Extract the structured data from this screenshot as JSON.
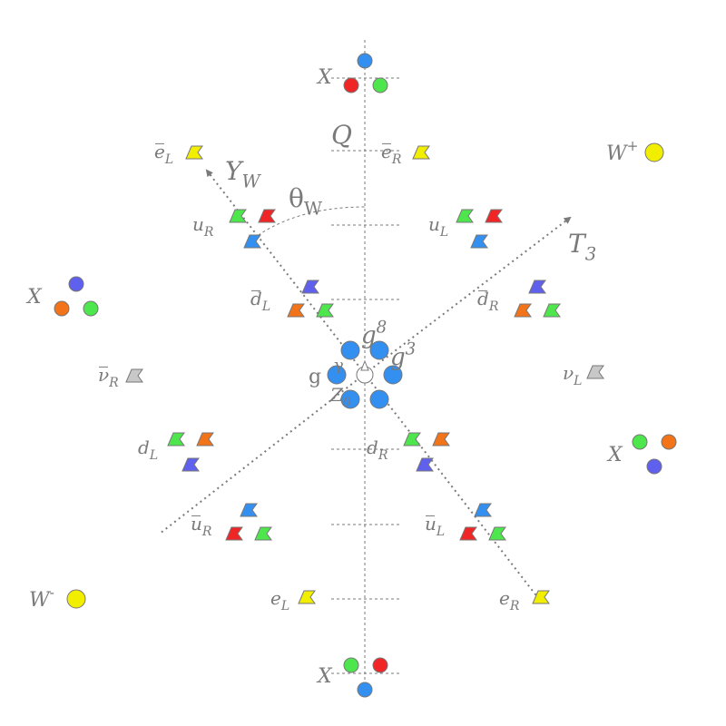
{
  "colors": {
    "blue": "#3390f0",
    "red": "#f02626",
    "green": "#4de64d",
    "orange": "#f27318",
    "violet": "#6060ee",
    "yellow": "#f2ee00",
    "gray": "#c8c8c8",
    "white": "#ffffff",
    "text": "#7a7a7a",
    "line": "#7a7a7a"
  },
  "axes": {
    "q": {
      "label": "Q"
    },
    "yw": {
      "label": "Y",
      "sub": "W"
    },
    "t3": {
      "label": "T",
      "sub": "3"
    },
    "theta": {
      "label": "θ",
      "sub": "W"
    }
  },
  "particles": {
    "x_top": {
      "label": "X",
      "colors": [
        "blue",
        "red",
        "green"
      ]
    },
    "x_bottom": {
      "label": "X",
      "colors": [
        "green",
        "red",
        "blue"
      ]
    },
    "x_left": {
      "label": "X",
      "colors": [
        "violet",
        "orange",
        "green"
      ]
    },
    "x_right": {
      "label": "X",
      "colors": [
        "green",
        "orange",
        "violet"
      ]
    },
    "w_plus": {
      "label": "W",
      "sup": "+",
      "color": "yellow"
    },
    "w_minus": {
      "label": "W",
      "sup": "-",
      "color": "yellow"
    },
    "ebar_l": {
      "label": "e",
      "sub": "L",
      "bar": true,
      "color": "yellow"
    },
    "ebar_r": {
      "label": "e",
      "sub": "R",
      "bar": true,
      "color": "yellow"
    },
    "e_l": {
      "label": "e",
      "sub": "L",
      "color": "yellow"
    },
    "e_r": {
      "label": "e",
      "sub": "R",
      "color": "yellow"
    },
    "u_r": {
      "label": "u",
      "sub": "R",
      "colors": [
        "green",
        "red",
        "blue"
      ]
    },
    "u_l": {
      "label": "u",
      "sub": "L",
      "colors": [
        "green",
        "red",
        "blue"
      ]
    },
    "dbar_l": {
      "label": "d",
      "sub": "L",
      "bar": true,
      "colors": [
        "violet",
        "orange",
        "green"
      ]
    },
    "dbar_r": {
      "label": "d",
      "sub": "R",
      "bar": true,
      "colors": [
        "violet",
        "orange",
        "green"
      ]
    },
    "nubar_r": {
      "label": "ν",
      "sub": "R",
      "bar": true,
      "color": "gray"
    },
    "nu_l": {
      "label": "ν",
      "sub": "L",
      "color": "gray"
    },
    "d_l": {
      "label": "d",
      "sub": "L",
      "colors": [
        "green",
        "orange",
        "violet"
      ]
    },
    "d_r": {
      "label": "d",
      "sub": "R",
      "colors": [
        "green",
        "orange",
        "violet"
      ]
    },
    "ubar_r": {
      "label": "u",
      "sub": "R",
      "bar": true,
      "colors": [
        "blue",
        "red",
        "green"
      ]
    },
    "ubar_l": {
      "label": "u",
      "sub": "L",
      "bar": true,
      "colors": [
        "blue",
        "red",
        "green"
      ]
    }
  },
  "center": {
    "g8": {
      "label": "g",
      "sup": "8"
    },
    "g3": {
      "label": "g",
      "sup": "3"
    },
    "g": {
      "label": "g"
    },
    "gamma": {
      "label": "γ"
    },
    "z0": {
      "label": "Z",
      "sub": "0"
    }
  }
}
